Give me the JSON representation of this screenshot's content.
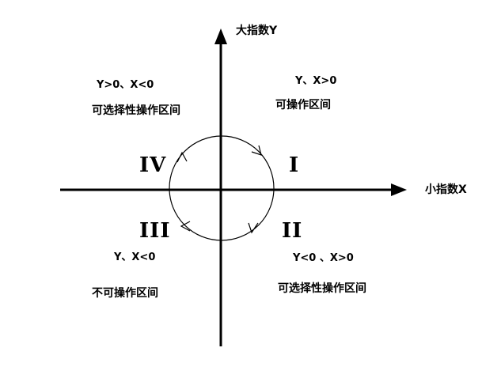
{
  "axes": {
    "y_label": "大指数Y",
    "x_label": "小指数X"
  },
  "quadrants": {
    "q1": {
      "numeral": "I",
      "condition": "Y、X>0",
      "note": "可操作区间"
    },
    "q2": {
      "numeral": "II",
      "condition": "Y<0 、X>0",
      "note": "可选择性操作区间"
    },
    "q3": {
      "numeral": "III",
      "condition": "Y、X<0",
      "note": "不可操作区间"
    },
    "q4": {
      "numeral": "IV",
      "condition": "Y>0、X<0",
      "note": "可选择性操作区间"
    }
  },
  "colors": {
    "ink": "#000000",
    "background": "#ffffff"
  },
  "rotation": "clockwise"
}
